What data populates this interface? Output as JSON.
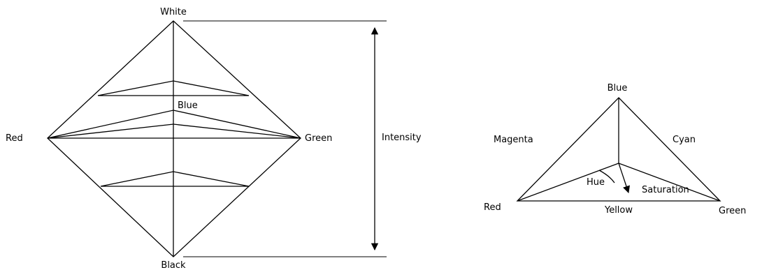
{
  "left_diagram": {
    "vertex_labels": {
      "top": "White",
      "bottom": "Black",
      "left": "Red",
      "right": "Green",
      "inner": "Blue"
    },
    "axis_label": "Intensity"
  },
  "right_diagram": {
    "vertex_labels": {
      "top": "Blue",
      "left": "Red",
      "right": "Green"
    },
    "edge_labels": {
      "left": "Magenta",
      "right": "Cyan",
      "bottom": "Yellow"
    },
    "hue_label": "Hue",
    "saturation_label": "Saturation"
  },
  "colors": {
    "line": "#000000",
    "background": "#ffffff"
  }
}
